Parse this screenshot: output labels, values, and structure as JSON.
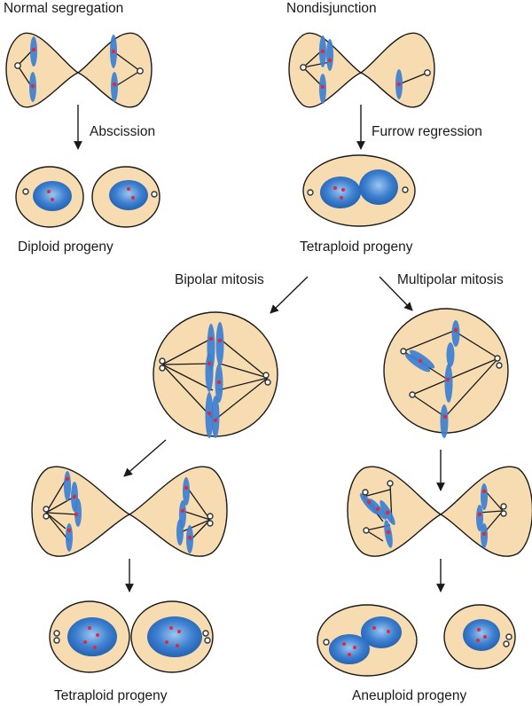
{
  "labels": {
    "normal_segregation": "Normal segregation",
    "nondisjunction": "Nondisjunction",
    "abscission": "Abscission",
    "furrow_regression": "Furrow regression",
    "diploid_progeny": "Diploid progeny",
    "tetraploid_progeny_top": "Tetraploid progeny",
    "bipolar_mitosis": "Bipolar mitosis",
    "multipolar_mitosis": "Multipolar mitosis",
    "tetraploid_progeny_bottom": "Tetraploid progeny",
    "aneuploid_progeny": "Aneuploid progeny"
  },
  "colors": {
    "cytoplasm": "#f6dcb0",
    "chromosome": "#3b7fd2",
    "nucleus": "#2f6fc4",
    "kinetochore": "#e3283a",
    "outline": "#1a1a1a"
  }
}
